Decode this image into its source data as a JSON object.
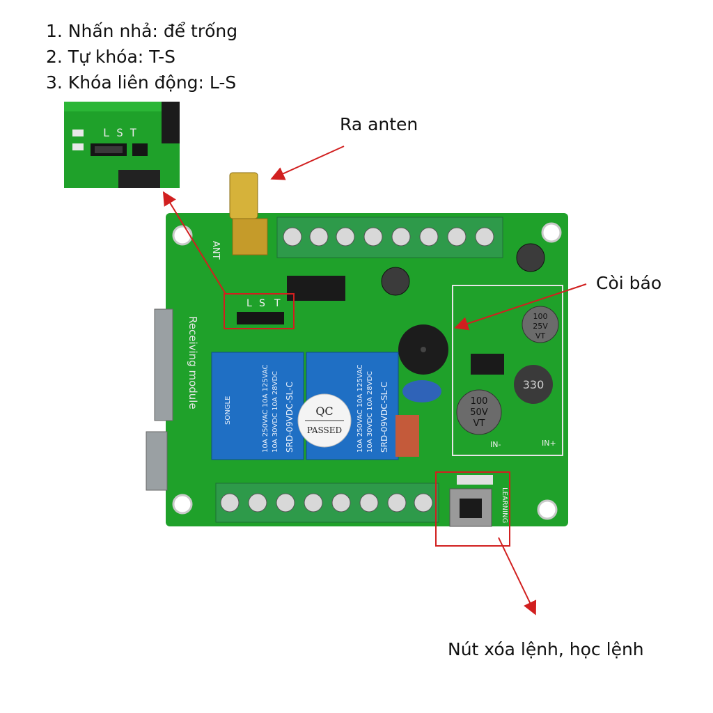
{
  "notes": [
    "1. Nhấn nhả: để trống",
    "2. Tự khóa: T-S",
    "3. Khóa liên động: L-S"
  ],
  "callouts": {
    "antenna": "Ra anten",
    "buzzer": "Còi báo",
    "learn_button": "Nút xóa lệnh, học lệnh"
  },
  "board": {
    "ant_label": "ANT",
    "module_label": "Receiving module",
    "jumper_labels": [
      "L",
      "S",
      "T"
    ],
    "learning_label": "LEARNING",
    "qc_line1": "QC",
    "qc_line2": "PASSED",
    "relay": {
      "brand": "SONGLE",
      "model": "SRD-09VDC-SL-C",
      "rating1": "10A 250VAC 10A 125VAC",
      "rating2": "10A 30VDC 10A 28VDC"
    },
    "cap_small": [
      "100",
      "25V",
      "VT"
    ],
    "cap_big": [
      "100",
      "50V",
      "VT"
    ],
    "inductor": "330",
    "in_minus": "IN-",
    "in_plus": "IN+"
  },
  "colors": {
    "pcb": "#1fa12a",
    "pcb_dark": "#137a1c",
    "terminal": "#2e9a4a",
    "relay": "#1f6fc4",
    "arrow": "#d11f1f",
    "text": "#111111"
  }
}
